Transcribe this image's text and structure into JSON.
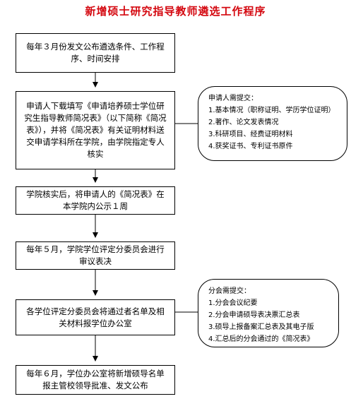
{
  "title": "新增硕士研究指导教师遴选工作程序",
  "steps": [
    "每年３月份发文公布遴选条件、工作程序、时间安排",
    "申请人下载填写《申请培养硕士学位研究生指导教师简况表》（以下简称《简况表》），并将《简况表》有关证明材料送交申请学科所在学院，由学院指定专人核实",
    "学院核实后，将申请人的《简况表》在本学院内公示１周",
    "每年５月，学院学位评定分委员会进行审议表决",
    "各学位评定分委员会将通过者名单及相关材料报学位办公室",
    "每年６月，学位办公室将新增硕导名单报主管校领导批准、发文公布"
  ],
  "notes": [
    {
      "heading": "申请人需提交：",
      "items": [
        "1.基本情况（职称证明、学历学位证明）",
        "2.著作、论文发表情况",
        "3.科研项目、经费证明材料",
        "4.获奖证书、专利证书原件"
      ]
    },
    {
      "heading": "分会需提交：",
      "items": [
        "1.分会会议纪要",
        "2.分会申请硕导表决票汇总表",
        "3.硕导上报备案汇总表及其电子版",
        "4.汇总后的分会通过的《简况表》"
      ]
    }
  ],
  "colors": {
    "title": "#d4070f",
    "lines": "#000000"
  }
}
